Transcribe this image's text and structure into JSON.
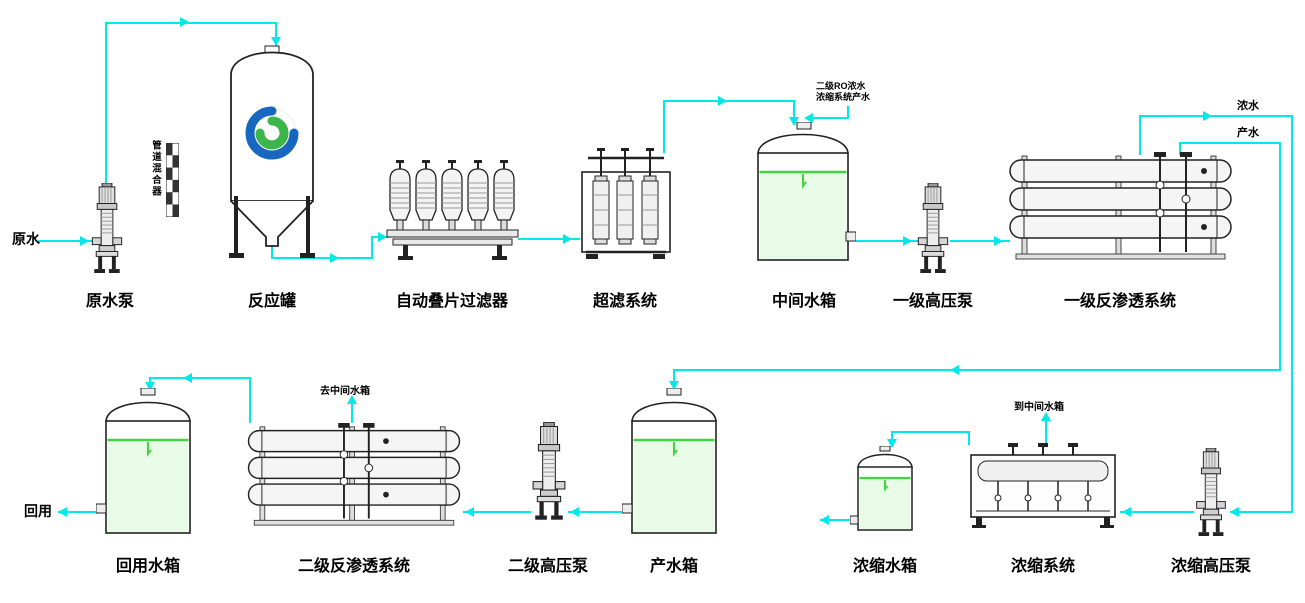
{
  "colors": {
    "pipe": "#00e8e8",
    "water_fill": "#e7fbe7",
    "water_line": "#41d341",
    "logo_blue": "#1767c0",
    "logo_green": "#3cb54a"
  },
  "labels": {
    "raw_water": "原水",
    "raw_water_pump": "原水泵",
    "pipeline_mixer": "管道混合器",
    "reaction_tank": "反应罐",
    "disc_filter": "自动叠片过滤器",
    "uf_system": "超滤系统",
    "intermediate_tank": "中间水箱",
    "intermediate_tank_note_line1": "二级RO浓水",
    "intermediate_tank_note_line2": "浓缩系统产水",
    "stage1_hp_pump": "一级高压泵",
    "stage1_ro_system": "一级反渗透系统",
    "concentrate_water": "浓水",
    "product_water": "产水",
    "reuse": "回用",
    "reuse_tank": "回用水箱",
    "stage2_ro_system": "二级反渗透系统",
    "to_intermediate_tank": "去中间水箱",
    "stage2_hp_pump": "二级高压泵",
    "product_tank": "产水箱",
    "concentrate_tank": "浓缩水箱",
    "concentrate_system": "浓缩系统",
    "to_intermediate_tank_2": "到中间水箱",
    "concentrate_hp_pump": "浓缩高压泵"
  }
}
